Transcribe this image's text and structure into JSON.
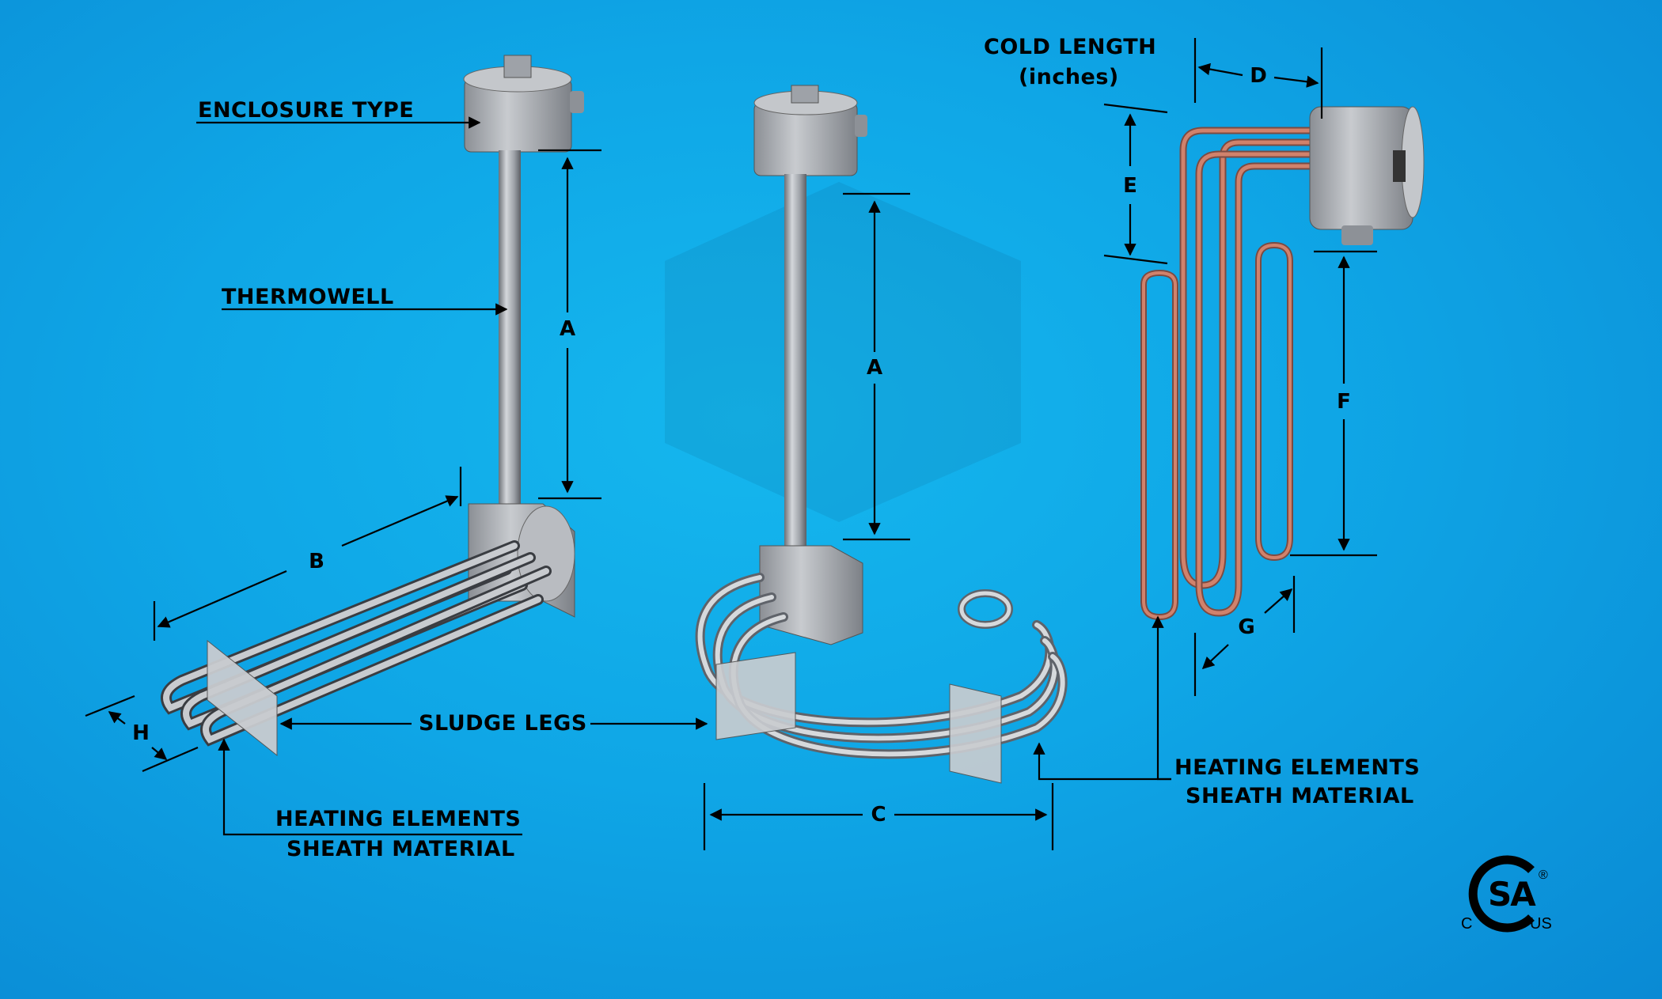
{
  "labels": {
    "enclosure_type": "ENCLOSURE TYPE",
    "thermowell": "THERMOWELL",
    "sludge_legs": "SLUDGE LEGS",
    "heating_elements_left_1": "HEATING ELEMENTS",
    "heating_elements_left_2": "SHEATH MATERIAL",
    "heating_elements_right_1": "HEATING ELEMENTS",
    "heating_elements_right_2": "SHEATH MATERIAL",
    "cold_length_1": "COLD LENGTH",
    "cold_length_2": "(inches)"
  },
  "dimensions": {
    "a_left": "A",
    "a_middle": "A",
    "b": "B",
    "c": "C",
    "d": "D",
    "e": "E",
    "f": "F",
    "g": "G",
    "h": "H"
  },
  "certification": {
    "logo_text": "SA",
    "c": "C",
    "us": "US",
    "registered": "®"
  },
  "colors": {
    "background": "#0fa6e6",
    "steel": "#a9adb3",
    "copper": "#c2705e",
    "ink": "#000000"
  }
}
